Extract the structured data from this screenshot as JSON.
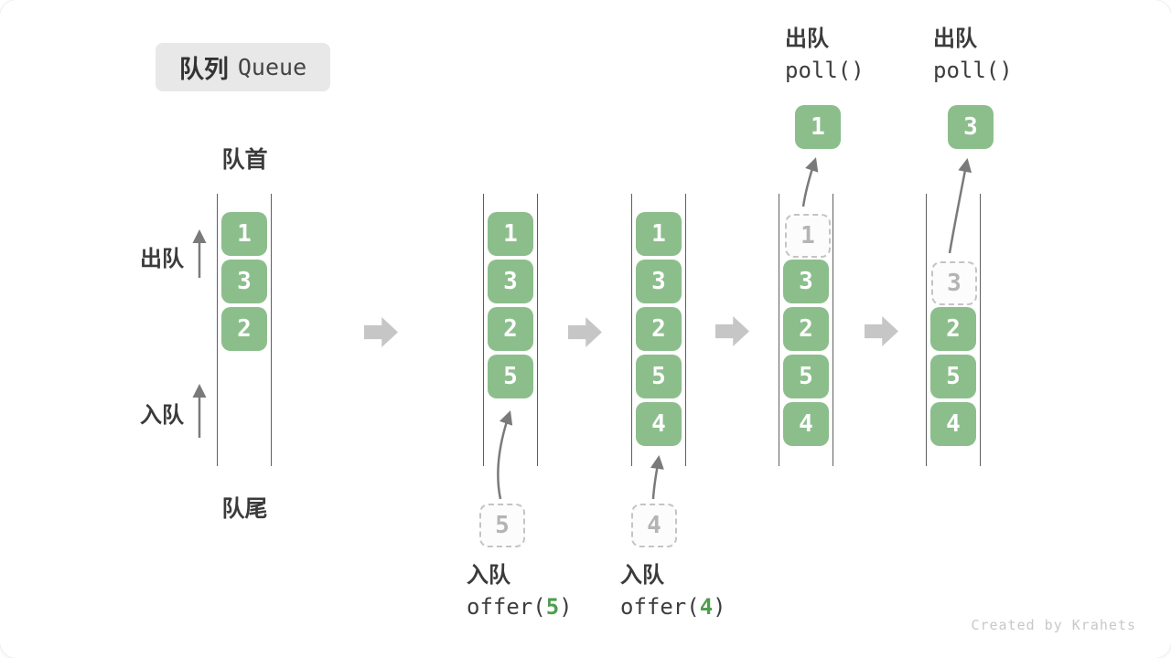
{
  "title": {
    "zh": "队列",
    "en": "Queue"
  },
  "side": {
    "front": "队首",
    "rear": "队尾",
    "dequeue": "出队",
    "enqueue": "入队"
  },
  "watermark": "Created by Krahets",
  "colors": {
    "box_green": "#8cbe8c",
    "code_arg_green": "#4f9e4f",
    "thin_arrow_gray": "#7a7a7a",
    "block_arrow_gray": "#c6c6c6",
    "title_bg": "#e8e8e8",
    "dashed_border": "#c4c4c4"
  },
  "queues": [
    {
      "slots": [
        {
          "v": "1",
          "state": "stored"
        },
        {
          "v": "3",
          "state": "stored"
        },
        {
          "v": "2",
          "state": "stored"
        }
      ]
    },
    {
      "slots": [
        {
          "v": "1",
          "state": "stored"
        },
        {
          "v": "3",
          "state": "stored"
        },
        {
          "v": "2",
          "state": "stored"
        },
        {
          "v": "5",
          "state": "stored"
        }
      ],
      "pending": "5",
      "op": {
        "action": "入队",
        "code_pre": "offer(",
        "code_arg": "5",
        "code_suffix": ")"
      }
    },
    {
      "slots": [
        {
          "v": "1",
          "state": "stored"
        },
        {
          "v": "3",
          "state": "stored"
        },
        {
          "v": "2",
          "state": "stored"
        },
        {
          "v": "5",
          "state": "stored"
        },
        {
          "v": "4",
          "state": "stored"
        }
      ],
      "pending": "4",
      "op": {
        "action": "入队",
        "code_pre": "offer(",
        "code_arg": "4",
        "code_suffix": ")"
      }
    },
    {
      "slots": [
        {
          "v": "1",
          "state": "removed"
        },
        {
          "v": "3",
          "state": "stored"
        },
        {
          "v": "2",
          "state": "stored"
        },
        {
          "v": "5",
          "state": "stored"
        },
        {
          "v": "4",
          "state": "stored"
        }
      ],
      "popped": "1",
      "op": {
        "action": "出队",
        "code": "poll()"
      }
    },
    {
      "slots": [
        {
          "v": "3",
          "state": "removed"
        },
        {
          "v": "2",
          "state": "stored"
        },
        {
          "v": "5",
          "state": "stored"
        },
        {
          "v": "4",
          "state": "stored"
        }
      ],
      "popped": "3",
      "op": {
        "action": "出队",
        "code": "poll()"
      }
    }
  ]
}
